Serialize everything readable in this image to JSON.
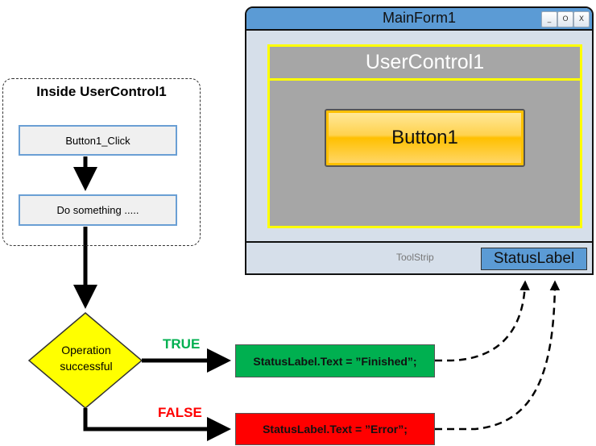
{
  "inside_container": {
    "title": "Inside UserControl1",
    "steps": [
      {
        "label": "Button1_Click"
      },
      {
        "label": "Do something ....."
      }
    ]
  },
  "decision": {
    "label_line1": "Operation",
    "label_line2": "successful",
    "true_label": "TRUE",
    "false_label": "FALSE"
  },
  "actions": {
    "true_code": "StatusLabel.Text = ”Finished”;",
    "false_code": "StatusLabel.Text = ”Error”;"
  },
  "main_form": {
    "title": "MainForm1",
    "window_buttons": {
      "minimize": "_",
      "maximize": "O",
      "close": "X"
    },
    "user_control": {
      "title": "UserControl1",
      "button_label": "Button1"
    },
    "toolstrip": {
      "label": "ToolStrip",
      "status_label": "StatusLabel"
    }
  },
  "colors": {
    "true_green": "#00b050",
    "false_red": "#ff0000",
    "decision_yellow": "#ffff00",
    "window_title_blue": "#5b9bd5",
    "usercontrol_gray": "#a6a6a6",
    "button_gold": "#ffc000"
  }
}
